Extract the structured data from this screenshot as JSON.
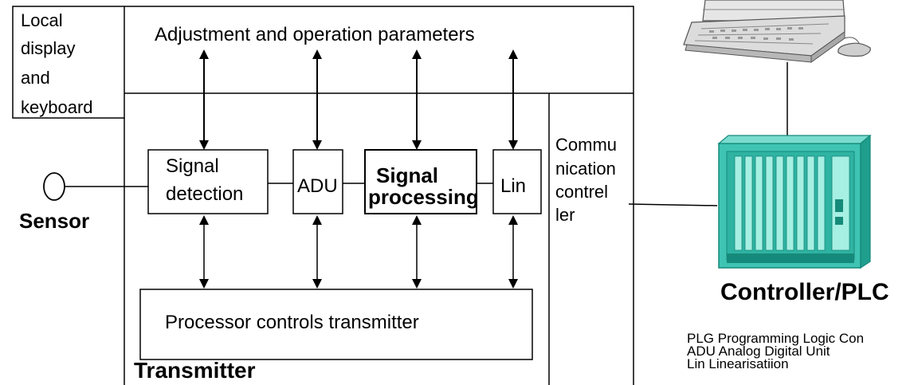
{
  "local_display": {
    "lines": [
      "Local",
      "display",
      "and",
      "keyboard"
    ]
  },
  "adjustment_label": "Adjustment and operation parameters",
  "signal_detection": {
    "lines": [
      "Signal",
      "detection"
    ]
  },
  "adu_label": "ADU",
  "signal_processing": {
    "lines": [
      "Signal",
      "processing"
    ]
  },
  "lin_label": "Lin",
  "communication_controller": {
    "lines": [
      "Commu",
      "nication",
      "contrel",
      "ler"
    ]
  },
  "sensor_label": "Sensor",
  "processor_label": "Processor controls transmitter",
  "transmitter_label": "Transmitter",
  "controller_label": "Controller/PLC",
  "legend": [
    "PLG Programming Logic Con",
    "ADU Analog Digital Unit",
    "Lin Linearisatiion"
  ],
  "colors": {
    "plc_body": "#3fc4b3",
    "plc_dark": "#168a7a",
    "plc_light": "#a6efe3",
    "computer": "#d9d9d9"
  }
}
